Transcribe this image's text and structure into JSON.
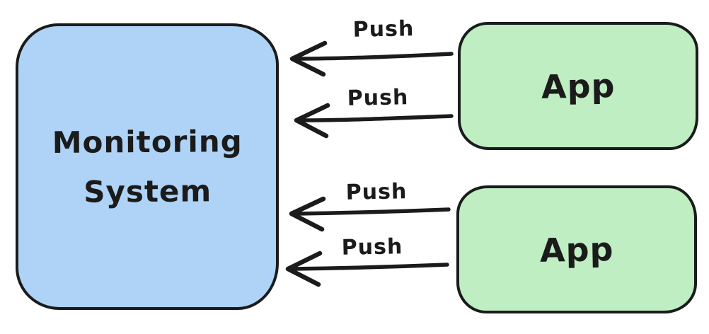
{
  "diagram": {
    "type": "flow-diagram",
    "style": "hand-drawn-sketch",
    "nodes": {
      "monitoring": {
        "line1": "Monitoring",
        "line2": "System",
        "fill": "#aed3f7"
      },
      "app_top": {
        "label": "App",
        "fill": "#bfeec3"
      },
      "app_bottom": {
        "label": "App",
        "fill": "#bfeec3"
      }
    },
    "arrows": [
      {
        "label": "Push",
        "from": "app-top",
        "to": "monitoring-system",
        "direction": "left"
      },
      {
        "label": "Push",
        "from": "app-top",
        "to": "monitoring-system",
        "direction": "left"
      },
      {
        "label": "Push",
        "from": "app-bottom",
        "to": "monitoring-system",
        "direction": "left"
      },
      {
        "label": "Push",
        "from": "app-bottom",
        "to": "monitoring-system",
        "direction": "left"
      }
    ],
    "colors": {
      "stroke": "#1b1b1b",
      "text": "#1b1b1b",
      "monitoring_fill": "#aed3f7",
      "app_fill": "#bfeec3",
      "background": "#ffffff"
    }
  }
}
